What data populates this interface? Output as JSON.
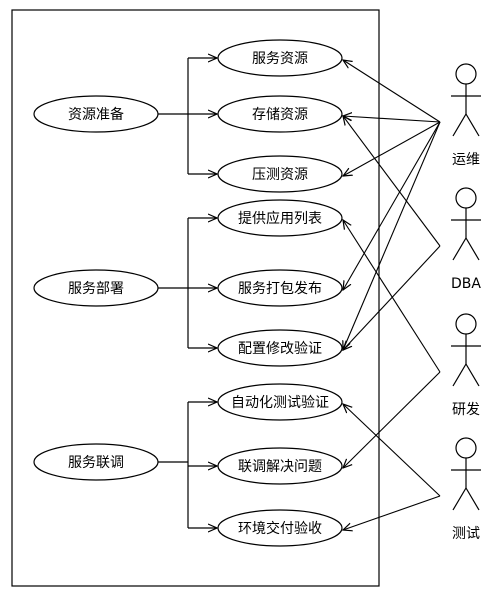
{
  "groups": [
    {
      "label": "资源准备",
      "uses": [
        "服务资源",
        "存储资源",
        "压测资源"
      ]
    },
    {
      "label": "服务部署",
      "uses": [
        "提供应用列表",
        "服务打包发布",
        "配置修改验证"
      ]
    },
    {
      "label": "服务联调",
      "uses": [
        "自动化测试验证",
        "联调解决问题",
        "环境交付验收"
      ]
    }
  ],
  "actors": [
    "运维",
    "DBA",
    "研发",
    "测试"
  ],
  "connections": [
    {
      "actor": "运维",
      "use": "服务资源"
    },
    {
      "actor": "运维",
      "use": "存储资源"
    },
    {
      "actor": "运维",
      "use": "压测资源"
    },
    {
      "actor": "运维",
      "use": "服务打包发布"
    },
    {
      "actor": "运维",
      "use": "配置修改验证"
    },
    {
      "actor": "DBA",
      "use": "存储资源"
    },
    {
      "actor": "DBA",
      "use": "配置修改验证"
    },
    {
      "actor": "研发",
      "use": "提供应用列表"
    },
    {
      "actor": "研发",
      "use": "联调解决问题"
    },
    {
      "actor": "测试",
      "use": "自动化测试验证"
    },
    {
      "actor": "测试",
      "use": "环境交付验收"
    }
  ]
}
